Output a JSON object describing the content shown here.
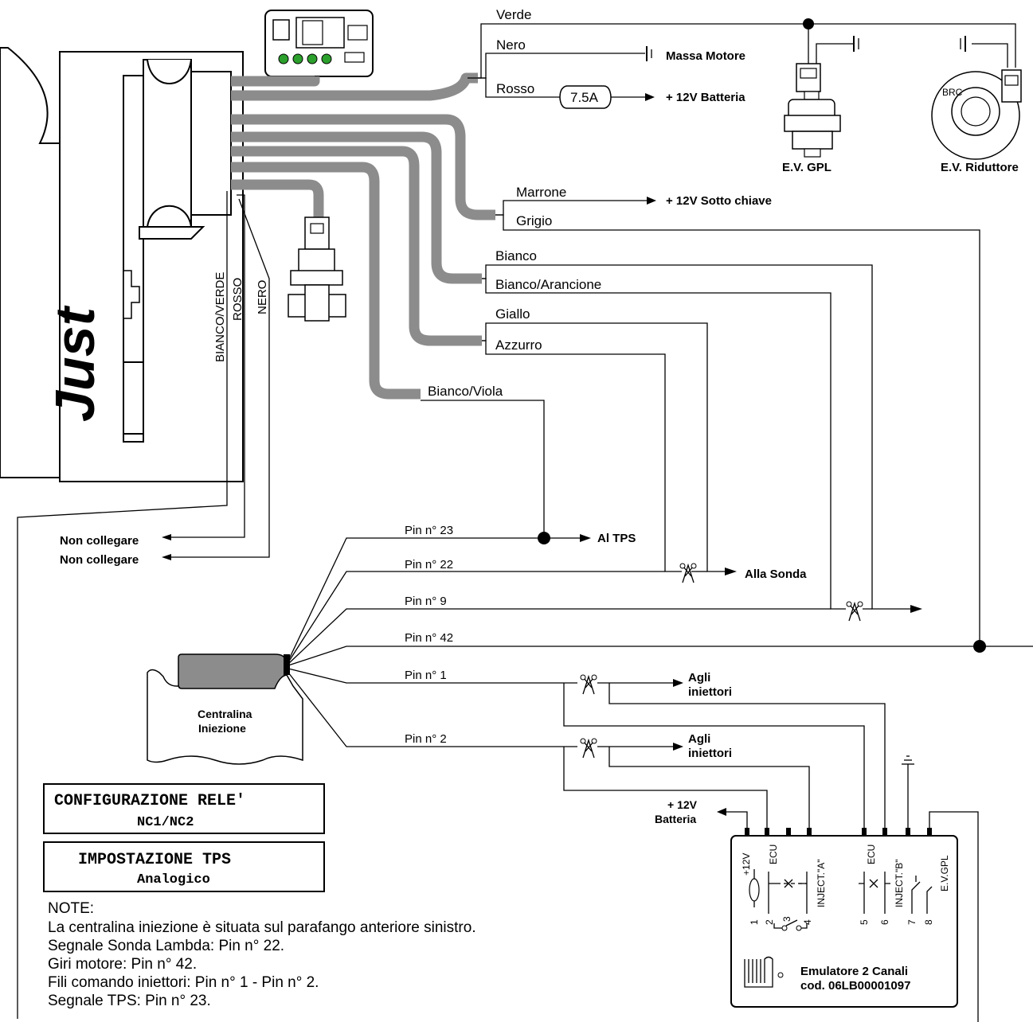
{
  "ecu_brand": "Just",
  "ecu_side_wires": [
    "BIANCO/VERDE",
    "ROSSO",
    "NERO"
  ],
  "wires": {
    "verde": "Verde",
    "nero": "Nero",
    "rosso": "Rosso",
    "marrone": "Marrone",
    "grigio": "Grigio",
    "bianco": "Bianco",
    "bianco_arancione": "Bianco/Arancione",
    "giallo": "Giallo",
    "azzurro": "Azzurro",
    "bianco_viola": "Bianco/Viola"
  },
  "fuse_label": "7.5A",
  "destinations": {
    "massa_motore": "Massa Motore",
    "batteria": "+ 12V Batteria",
    "sotto_chiave": "+ 12V Sotto chiave",
    "ev_gpl": "E.V. GPL",
    "ev_riduttore": "E.V. Riduttore",
    "brc": "BRC",
    "tps": "Al TPS",
    "sonda": "Alla Sonda",
    "iniettori_1a": "Agli",
    "iniettori_1b": "iniettori",
    "iniettori_2a": "Agli",
    "iniettori_2b": "iniettori",
    "non_collegare_1": "Non collegare",
    "non_collegare_2": "Non collegare",
    "batteria_emu_1": "+ 12V",
    "batteria_emu_2": "Batteria"
  },
  "pins": {
    "p23": "Pin n° 23",
    "p22": "Pin n° 22",
    "p9": "Pin n° 9",
    "p42": "Pin n° 42",
    "p1": "Pin n° 1",
    "p2": "Pin n° 2"
  },
  "centralina": {
    "line1": "Centralina",
    "line2": "Iniezione"
  },
  "config": {
    "title": "CONFIGURAZIONE RELE'",
    "value": "NC1/NC2",
    "tps_title": "IMPOSTAZIONE TPS",
    "tps_value": "Analogico"
  },
  "notes": {
    "title": "NOTE:",
    "lines": [
      "La centralina iniezione è situata sul parafango anteriore sinistro.",
      "Segnale Sonda Lambda: Pin n° 22.",
      "Giri motore: Pin n° 42.",
      "Fili comando iniettori: Pin n° 1 - Pin n° 2.",
      "Segnale TPS: Pin n° 23."
    ]
  },
  "emulator": {
    "name": "Emulatore 2 Canali",
    "code": "cod. 06LB00001097",
    "terminals": {
      "v12": "+12V",
      "ecu_a": "ECU",
      "inject_a": "INJECT.\"A\"",
      "ecu_b": "ECU",
      "inject_b": "INJECT.\"B\"",
      "evgpl": "E.V.GPL"
    },
    "pin_numbers": [
      "1",
      "2",
      "3",
      "4",
      "5",
      "6",
      "7",
      "8"
    ]
  },
  "colors": {
    "line": "#000000",
    "cable": "#8c8c8c",
    "background": "#ffffff"
  }
}
